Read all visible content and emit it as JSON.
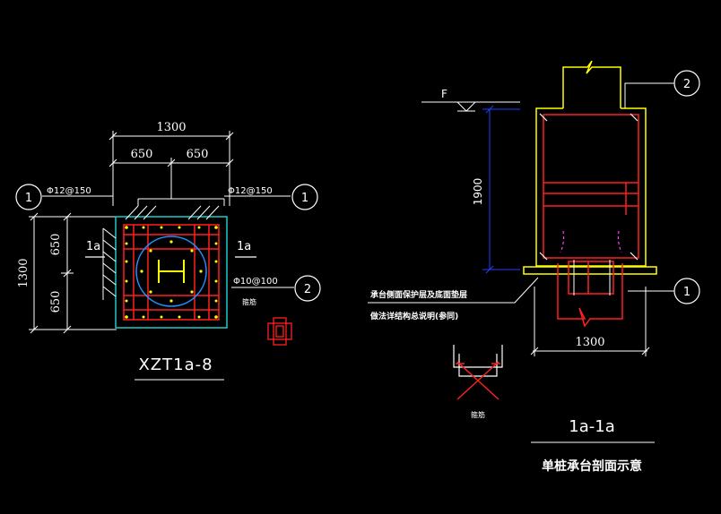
{
  "colors": {
    "background": "#000000",
    "dimension_line": "#ffffff",
    "rebar": "#ff2020",
    "pile_cap_outline": "#20c8c8",
    "pile_circle": "#1e90ff",
    "steel_section": "#ffff00",
    "level_dimension": "#2040ff",
    "stirrup_hook": "#ff40ff"
  },
  "plan": {
    "dim_total_width": "1300",
    "dim_half_left": "650",
    "dim_half_right": "650",
    "dim_total_height": "1300",
    "dim_half_top": "650",
    "dim_half_bottom": "650",
    "rebar_left": "Φ12@150",
    "rebar_right": "Φ12@150",
    "stirrup": "Φ10@100",
    "section_mark_left": "1a",
    "section_mark_right": "1a",
    "hook_note": "箍筋",
    "callout_1_left": "1",
    "callout_1_right": "1",
    "callout_2": "2",
    "title": "XZT1a-8"
  },
  "section": {
    "level_mark": "F",
    "depth": "1900",
    "width": "1300",
    "note_line_1": "承台侧面保护层及底面垫层",
    "note_line_2": "做法详结构总说明(参同)",
    "stirrup_note": "箍筋",
    "callout_1": "1",
    "callout_2": "2",
    "title": "1a-1a",
    "subtitle": "单桩承台剖面示意"
  }
}
